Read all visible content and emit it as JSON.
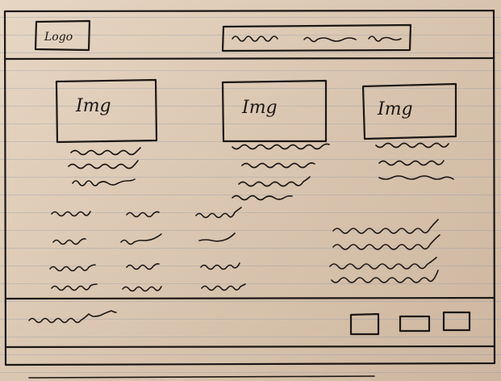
{
  "header": {
    "logo_label": "Logo"
  },
  "cards": [
    {
      "image_label": "Img"
    },
    {
      "image_label": "Img"
    },
    {
      "image_label": "Img"
    }
  ],
  "footer": {
    "buttons": [
      "",
      "",
      ""
    ]
  },
  "colors": {
    "ink": "#1b1714",
    "paper": "#dccbb7",
    "rule_lines": "#788caa"
  }
}
